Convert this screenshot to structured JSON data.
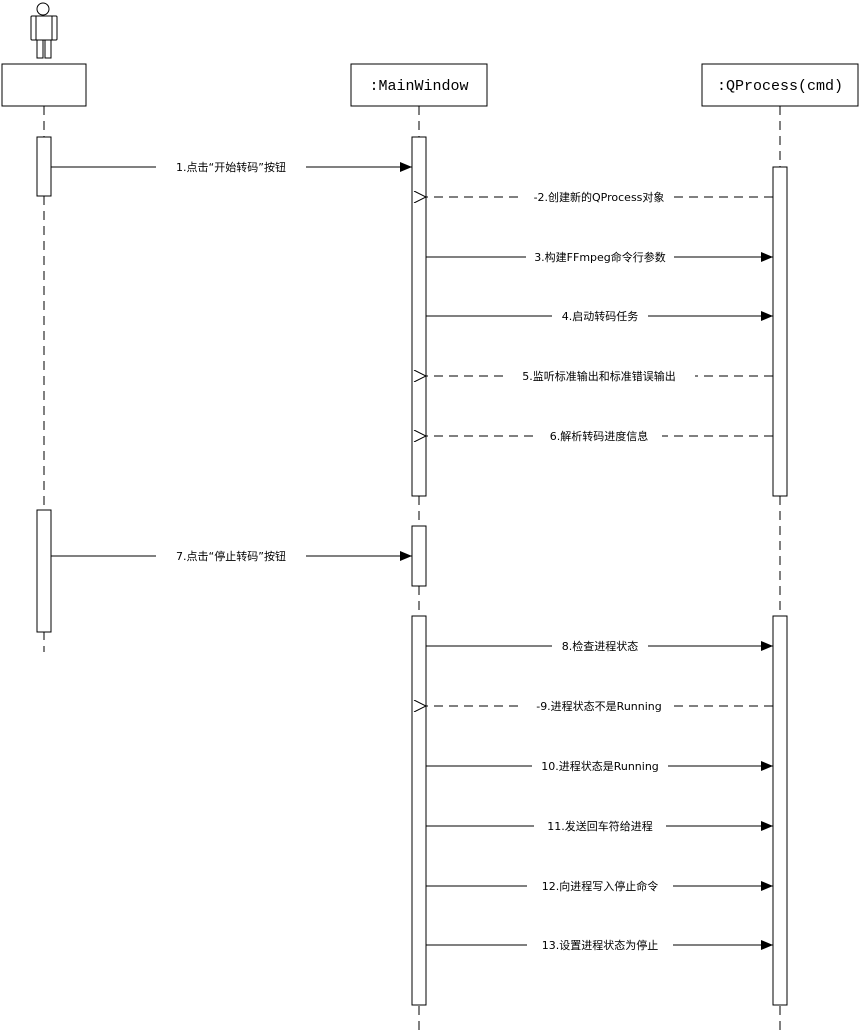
{
  "participants": [
    {
      "id": "user",
      "label": "",
      "type": "actor"
    },
    {
      "id": "mainwindow",
      "label": ":MainWindow",
      "type": "object"
    },
    {
      "id": "qprocess",
      "label": ":QProcess(cmd)",
      "type": "object"
    }
  ],
  "messages": [
    {
      "from": "user",
      "to": "mainwindow",
      "label": "1.点击“开始转码”按钮",
      "kind": "sync"
    },
    {
      "from": "qprocess",
      "to": "mainwindow",
      "label": "-2.创建新的QProcess对象",
      "kind": "return"
    },
    {
      "from": "mainwindow",
      "to": "qprocess",
      "label": "3.构建FFmpeg命令行参数",
      "kind": "sync"
    },
    {
      "from": "mainwindow",
      "to": "qprocess",
      "label": "4.启动转码任务",
      "kind": "sync"
    },
    {
      "from": "qprocess",
      "to": "mainwindow",
      "label": "5.监听标准输出和标准错误输出",
      "kind": "return"
    },
    {
      "from": "qprocess",
      "to": "mainwindow",
      "label": "6.解析转码进度信息",
      "kind": "return"
    },
    {
      "from": "user",
      "to": "mainwindow",
      "label": "7.点击“停止转码”按钮",
      "kind": "sync"
    },
    {
      "from": "mainwindow",
      "to": "qprocess",
      "label": "8.检查进程状态",
      "kind": "sync"
    },
    {
      "from": "qprocess",
      "to": "mainwindow",
      "label": "-9.进程状态不是Running",
      "kind": "return"
    },
    {
      "from": "mainwindow",
      "to": "qprocess",
      "label": "10.进程状态是Running",
      "kind": "sync"
    },
    {
      "from": "mainwindow",
      "to": "qprocess",
      "label": "11.发送回车符给进程",
      "kind": "sync"
    },
    {
      "from": "mainwindow",
      "to": "qprocess",
      "label": "12.向进程写入停止命令",
      "kind": "sync"
    },
    {
      "from": "mainwindow",
      "to": "qprocess",
      "label": "13.设置进程状态为停止",
      "kind": "sync"
    }
  ]
}
